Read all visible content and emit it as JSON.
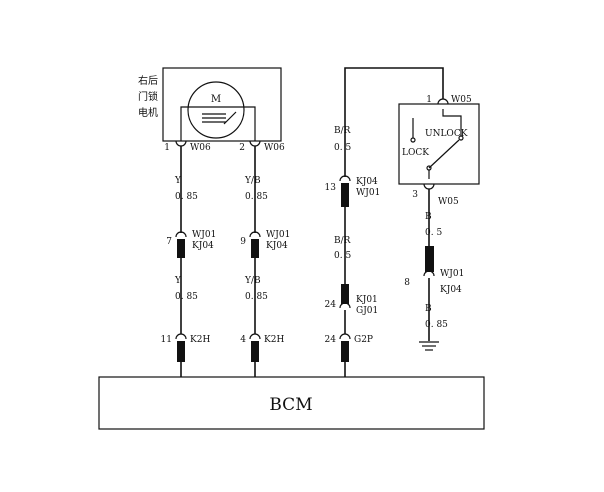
{
  "motor": {
    "label_line1": "右后",
    "label_line2": "门锁",
    "label_line3": "电机",
    "symbol": "M"
  },
  "motor_connectors": [
    {
      "pin": "1",
      "connector": "W06"
    },
    {
      "pin": "2",
      "connector": "W06"
    }
  ],
  "wires_left": {
    "col1_upper": {
      "color": "Y",
      "size": "0. 85"
    },
    "col2_upper": {
      "color": "Y/B",
      "size": "0. 85"
    },
    "col1_lower": {
      "color": "Y",
      "size": "0. 85"
    },
    "col2_lower": {
      "color": "Y/B",
      "size": "0. 85"
    }
  },
  "inline_connectors_left": [
    {
      "pin": "7",
      "line1": "WJ01",
      "line2": "KJ04"
    },
    {
      "pin": "9",
      "line1": "WJ01",
      "line2": "KJ04"
    }
  ],
  "bcm_connectors": [
    {
      "pin": "11",
      "connector": "K2H"
    },
    {
      "pin": "4",
      "connector": "K2H"
    },
    {
      "pin": "24",
      "connector": "G2P"
    }
  ],
  "center_wire": {
    "upper": {
      "color": "B/R",
      "size": "0. 5"
    },
    "lower": {
      "color": "B/R",
      "size": "0. 5"
    }
  },
  "center_connectors": [
    {
      "pin": "13",
      "line1": "KJ04",
      "line2": "WJ01"
    },
    {
      "pin": "24",
      "line1": "KJ01",
      "line2": "GJ01"
    }
  ],
  "switch": {
    "unlock_label": "UNLOCK",
    "lock_label": "LOCK",
    "top_pin": "1",
    "top_connector": "W05",
    "bottom_pin": "3",
    "bottom_connector": "W05"
  },
  "ground_wire": {
    "upper": {
      "color": "B",
      "size": "0. 5"
    },
    "lower": {
      "color": "B",
      "size": "0. 85"
    },
    "connector": {
      "pin": "8",
      "line1": "WJ01",
      "line2": "KJ04"
    }
  },
  "bcm": {
    "label": "BCM"
  }
}
